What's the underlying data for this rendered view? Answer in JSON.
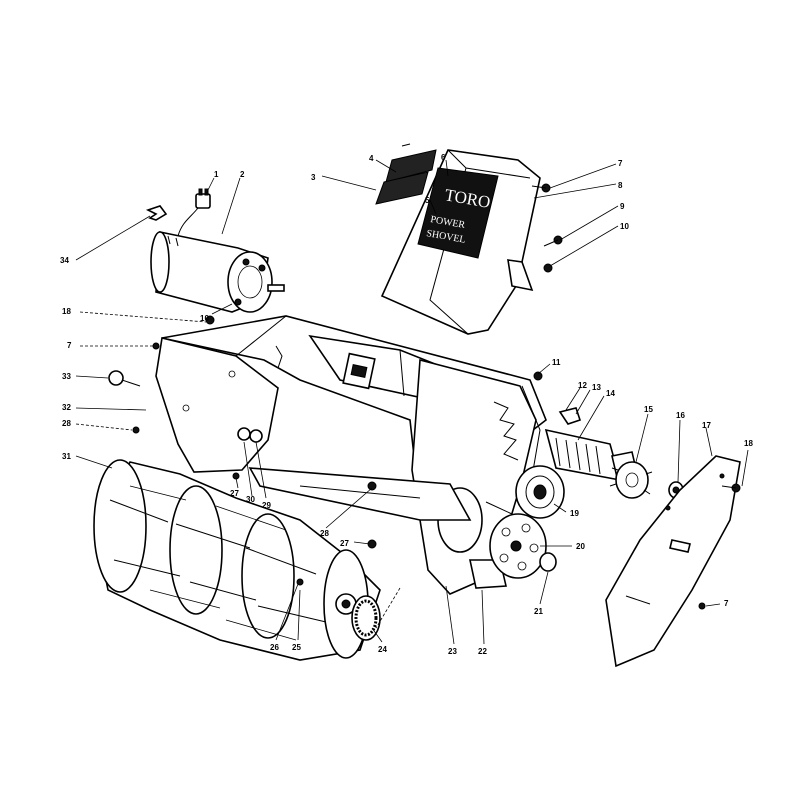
{
  "diagram": {
    "brand_logo": "TORO",
    "decal_line1": "POWER",
    "decal_line2": "SHOVEL",
    "callouts": [
      {
        "label": "1"
      },
      {
        "label": "2"
      },
      {
        "label": "3"
      },
      {
        "label": "4"
      },
      {
        "label": "5"
      },
      {
        "label": "6"
      },
      {
        "label": "7"
      },
      {
        "label": "8"
      },
      {
        "label": "9"
      },
      {
        "label": "10"
      },
      {
        "label": "34"
      },
      {
        "label": "10"
      },
      {
        "label": "18"
      },
      {
        "label": "7"
      },
      {
        "label": "33"
      },
      {
        "label": "32"
      },
      {
        "label": "28"
      },
      {
        "label": "31"
      },
      {
        "label": "11"
      },
      {
        "label": "12"
      },
      {
        "label": "13"
      },
      {
        "label": "14"
      },
      {
        "label": "15"
      },
      {
        "label": "16"
      },
      {
        "label": "17"
      },
      {
        "label": "18"
      },
      {
        "label": "19"
      },
      {
        "label": "20"
      },
      {
        "label": "21"
      },
      {
        "label": "7"
      },
      {
        "label": "22"
      },
      {
        "label": "23"
      },
      {
        "label": "24"
      },
      {
        "label": "25"
      },
      {
        "label": "26"
      },
      {
        "label": "27"
      },
      {
        "label": "28"
      },
      {
        "label": "27"
      },
      {
        "label": "29"
      },
      {
        "label": "30"
      }
    ]
  }
}
